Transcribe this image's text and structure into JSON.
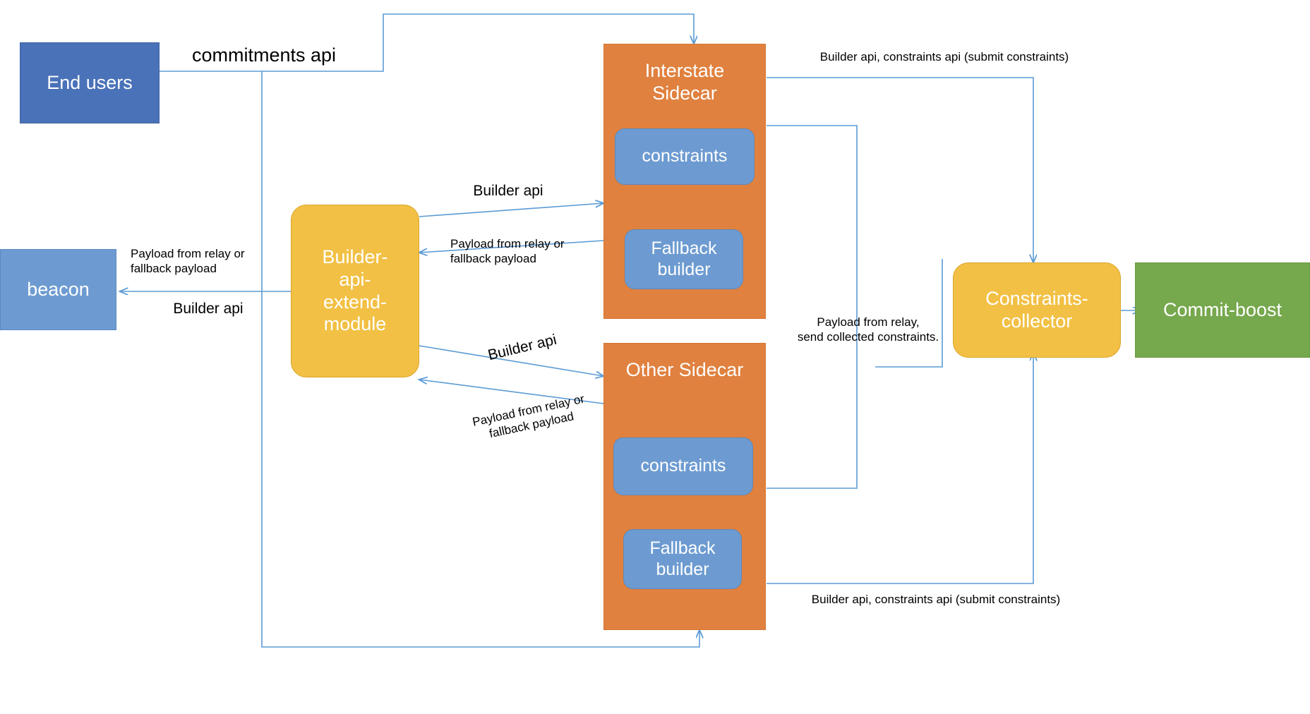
{
  "diagram": {
    "title": "Interstate sidecar / builder-api architecture",
    "background": "#ffffff",
    "colors": {
      "end_users": "#4a72b8",
      "beacon": "#6d9bd1",
      "sidecar": "#e0813f",
      "inner_box": "#6d9bd1",
      "module": "#f2c044",
      "collector": "#f2c044",
      "commit_boost": "#76a84d",
      "connector": "#5b9bd5",
      "text_dark": "#000000",
      "text_light": "#ffffff"
    }
  },
  "nodes": {
    "end_users": {
      "label": "End users"
    },
    "beacon": {
      "label": "beacon"
    },
    "builder_module": {
      "label": "Builder-\napi-\nextend-\nmodule"
    },
    "interstate_sidecar": {
      "label": "Interstate\nSidecar"
    },
    "interstate_constraints": {
      "label": "constraints"
    },
    "interstate_fallback": {
      "label": "Fallback\nbuilder"
    },
    "other_sidecar": {
      "label": "Other Sidecar"
    },
    "other_constraints": {
      "label": "constraints"
    },
    "other_fallback": {
      "label": "Fallback\nbuilder"
    },
    "constraints_collector": {
      "label": "Constraints-\ncollector"
    },
    "commit_boost": {
      "label": "Commit-boost"
    }
  },
  "edge_labels": {
    "commitments_api": "commitments api",
    "payload_from_relay_beacon": "Payload from relay or\nfallback payload",
    "builder_api_beacon": "Builder api",
    "builder_api_interstate": "Builder api",
    "payload_from_relay_interstate": "Payload from relay or\nfallback payload",
    "builder_api_other": "Builder api",
    "payload_from_relay_other": "Payload from relay or\nfallback payload",
    "builder_constraints_api_top": "Builder api, constraints api (submit constraints)",
    "builder_constraints_api_bottom": "Builder api, constraints api (submit constraints)",
    "payload_send_collected": "Payload from relay,\nsend collected constraints."
  }
}
